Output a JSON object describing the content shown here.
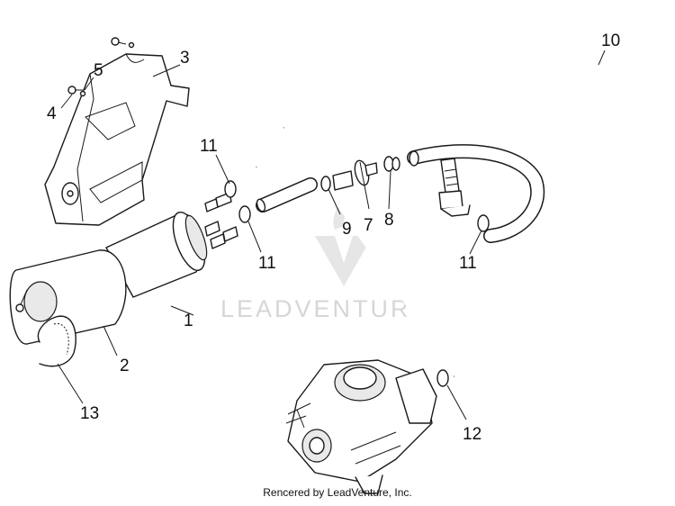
{
  "watermark": {
    "brand": "LEADVENTURE"
  },
  "footer": {
    "credit": "Rencered by LeadVenture, Inc."
  },
  "callouts": [
    {
      "id": "1",
      "label": "1"
    },
    {
      "id": "2",
      "label": "2"
    },
    {
      "id": "3",
      "label": "3"
    },
    {
      "id": "4",
      "label": "4"
    },
    {
      "id": "5",
      "label": "5"
    },
    {
      "id": "7",
      "label": "7"
    },
    {
      "id": "8",
      "label": "8"
    },
    {
      "id": "9",
      "label": "9"
    },
    {
      "id": "10",
      "label": "10"
    },
    {
      "id": "11a",
      "label": "11"
    },
    {
      "id": "11b",
      "label": "11"
    },
    {
      "id": "11c",
      "label": "11"
    },
    {
      "id": "12",
      "label": "12"
    },
    {
      "id": "13",
      "label": "13"
    }
  ]
}
